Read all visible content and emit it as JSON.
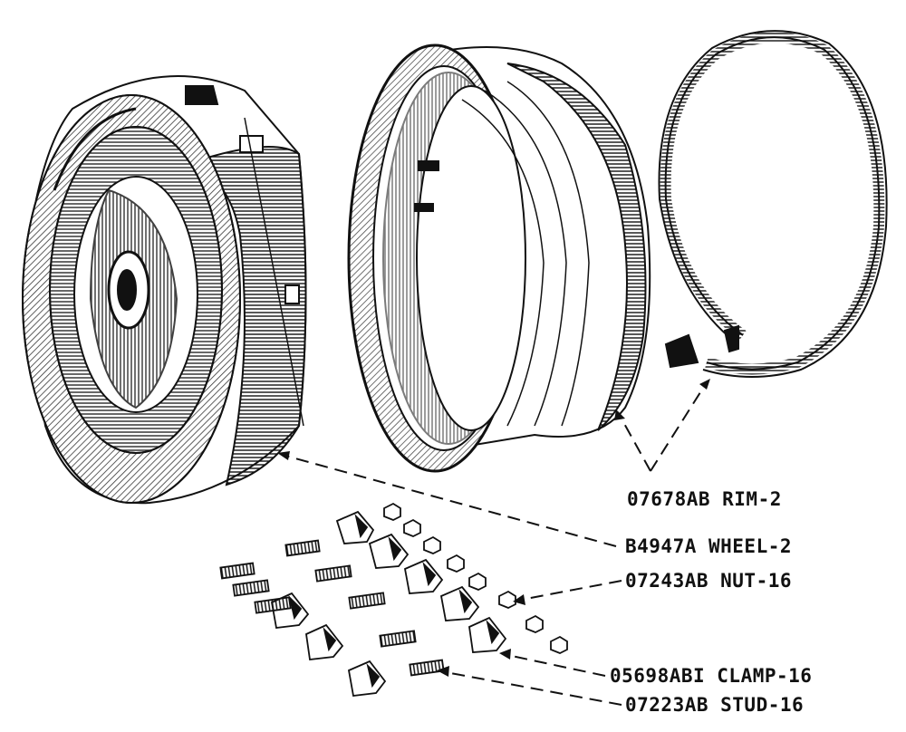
{
  "parts": [
    {
      "id": "rim",
      "number": "07678AB",
      "name": "RIM-2"
    },
    {
      "id": "wheel",
      "number": "B4947A",
      "name": "WHEEL-2"
    },
    {
      "id": "nut",
      "number": "07243AB",
      "name": "NUT-16"
    },
    {
      "id": "clamp",
      "number": "05698ABI",
      "name": "CLAMP-16"
    },
    {
      "id": "stud",
      "number": "07223AB",
      "name": "STUD-16"
    }
  ],
  "labels": {
    "rim": "07678AB RIM-2",
    "wheel": "B4947A WHEEL-2",
    "nut": "07243AB NUT-16",
    "clamp": "05698ABI CLAMP-16",
    "stud": "07223AB STUD-16"
  },
  "colors": {
    "ink": "#111111",
    "paper": "#ffffff"
  }
}
